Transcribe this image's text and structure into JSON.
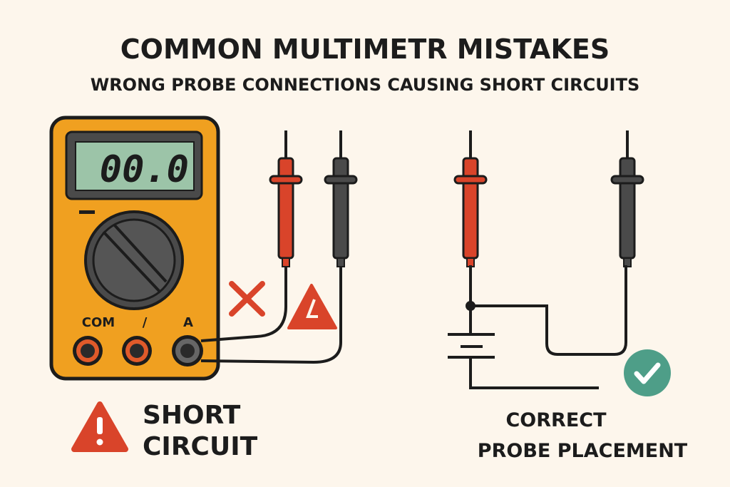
{
  "title": "COMMON MULTIMETR MISTAKES",
  "subtitle": "WRONG PROBE CONNECTIONS CAUSING SHORT CIRCUITS",
  "multimeter": {
    "display": "00.0",
    "jacks": [
      "COM",
      "/",
      "A"
    ]
  },
  "left_caption": {
    "line1": "SHORT",
    "line2": "CIRCUIT"
  },
  "right_caption": {
    "line1": "CORRECT",
    "line2": "PROBE PLACEMENT"
  },
  "colors": {
    "background": "#FDF6EC",
    "meter_body": "#F0A020",
    "lcd": "#9CC4A8",
    "red": "#D9442A",
    "probe_black": "#4A4A4A",
    "check": "#4E9E88"
  }
}
